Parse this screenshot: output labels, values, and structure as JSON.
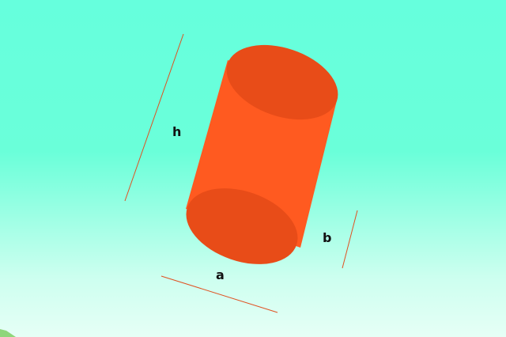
{
  "diagram": {
    "labels": {
      "height": "h",
      "width": "a",
      "depth": "b"
    },
    "colors": {
      "cylinder_body": "#ff5a20",
      "cylinder_caps": "#e84c18",
      "dimension_lines": "#e05020",
      "label_text": "#111111"
    }
  }
}
